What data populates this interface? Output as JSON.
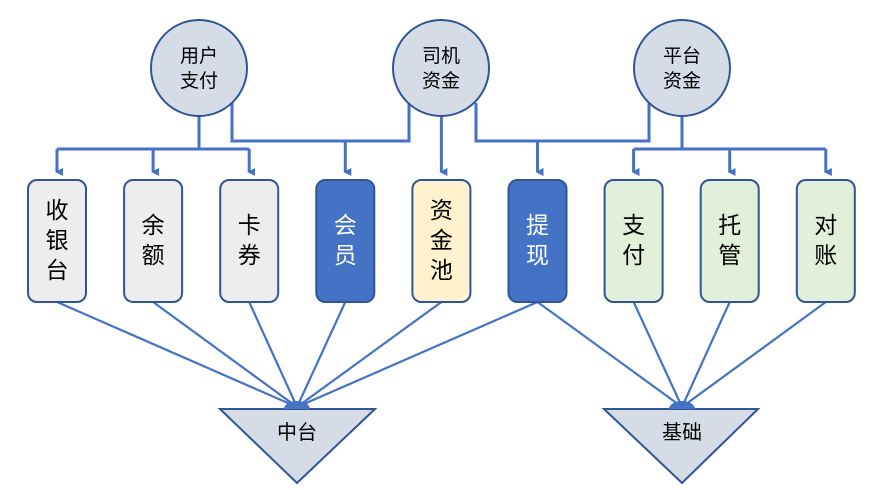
{
  "sources": [
    {
      "id": "user-payment",
      "lines": [
        "用户",
        "支付"
      ]
    },
    {
      "id": "driver-funds",
      "lines": [
        "司机",
        "资金"
      ]
    },
    {
      "id": "platform-funds",
      "lines": [
        "平台",
        "资金"
      ]
    }
  ],
  "modules": [
    {
      "id": "cashier",
      "chars": [
        "收",
        "银",
        "台"
      ],
      "style": "gray",
      "target": "middle-platform"
    },
    {
      "id": "balance",
      "chars": [
        "余",
        "额"
      ],
      "style": "gray",
      "target": "middle-platform"
    },
    {
      "id": "coupon",
      "chars": [
        "卡",
        "券"
      ],
      "style": "gray",
      "target": "middle-platform"
    },
    {
      "id": "member",
      "chars": [
        "会",
        "员"
      ],
      "style": "blue",
      "target": "middle-platform"
    },
    {
      "id": "fund-pool",
      "chars": [
        "资",
        "金",
        "池"
      ],
      "style": "yellow",
      "target": "middle-platform"
    },
    {
      "id": "withdraw",
      "chars": [
        "提",
        "现"
      ],
      "style": "blue",
      "target": "both"
    },
    {
      "id": "payment",
      "chars": [
        "支",
        "付"
      ],
      "style": "green",
      "target": "foundation"
    },
    {
      "id": "custody",
      "chars": [
        "托",
        "管"
      ],
      "style": "green",
      "target": "foundation"
    },
    {
      "id": "reconciliation",
      "chars": [
        "对",
        "账"
      ],
      "style": "green",
      "target": "foundation"
    }
  ],
  "sinks": [
    {
      "id": "middle-platform",
      "label": "中台"
    },
    {
      "id": "foundation",
      "label": "基础"
    }
  ],
  "edges": [
    {
      "from": "user-payment",
      "to": [
        "cashier",
        "balance",
        "coupon"
      ]
    },
    {
      "from": "user-payment",
      "to": [
        "member"
      ]
    },
    {
      "from": "driver-funds",
      "to": [
        "member"
      ]
    },
    {
      "from": "driver-funds",
      "to": [
        "fund-pool"
      ]
    },
    {
      "from": "driver-funds",
      "to": [
        "withdraw"
      ]
    },
    {
      "from": "platform-funds",
      "to": [
        "withdraw"
      ]
    },
    {
      "from": "platform-funds",
      "to": [
        "payment",
        "custody",
        "reconciliation"
      ]
    }
  ],
  "colors": {
    "connector": "#4472C4",
    "outline": "#2F5597",
    "circle_fill": "#D6DCE5",
    "triangle_fill": "#D6DCE5",
    "gray": "#EDEDED",
    "blue": "#4472C4",
    "yellow": "#FFF2CC",
    "green": "#E2EFDA",
    "text_dark": "#000000",
    "text_light": "#FFFFFF"
  }
}
